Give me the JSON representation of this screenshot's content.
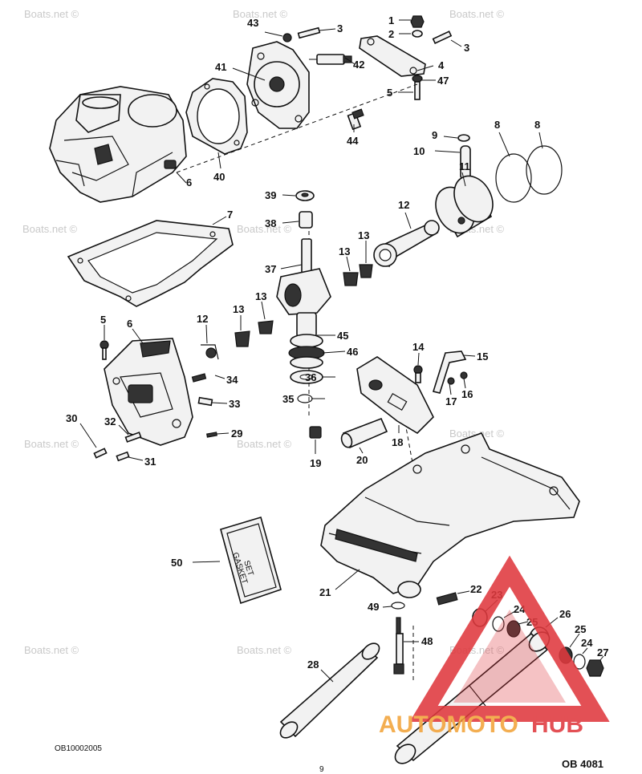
{
  "diagram": {
    "watermark": "Boats.net ©",
    "doc_code": "OB10002005",
    "ref_code": "OB 4081",
    "page_number": "9",
    "gasket_label_line1": "GASKET",
    "gasket_label_line2": "SET",
    "logo_text_part1": "AUTOMOTO",
    "logo_text_part2": "HUB",
    "labels": [
      {
        "id": "p1",
        "text": "1"
      },
      {
        "id": "p2",
        "text": "2"
      },
      {
        "id": "p3a",
        "text": "3"
      },
      {
        "id": "p3b",
        "text": "3"
      },
      {
        "id": "p4",
        "text": "4"
      },
      {
        "id": "p5a",
        "text": "5"
      },
      {
        "id": "p47",
        "text": "47"
      },
      {
        "id": "p43",
        "text": "43"
      },
      {
        "id": "p41",
        "text": "41"
      },
      {
        "id": "p42",
        "text": "42"
      },
      {
        "id": "p44",
        "text": "44"
      },
      {
        "id": "p40",
        "text": "40"
      },
      {
        "id": "p6a",
        "text": "6"
      },
      {
        "id": "p9",
        "text": "9"
      },
      {
        "id": "p10",
        "text": "10"
      },
      {
        "id": "p8a",
        "text": "8"
      },
      {
        "id": "p8b",
        "text": "8"
      },
      {
        "id": "p11",
        "text": "11"
      },
      {
        "id": "p12a",
        "text": "12"
      },
      {
        "id": "p39",
        "text": "39"
      },
      {
        "id": "p38",
        "text": "38"
      },
      {
        "id": "p7",
        "text": "7"
      },
      {
        "id": "p37",
        "text": "37"
      },
      {
        "id": "p13a",
        "text": "13"
      },
      {
        "id": "p13b",
        "text": "13"
      },
      {
        "id": "p13c",
        "text": "13"
      },
      {
        "id": "p13d",
        "text": "13"
      },
      {
        "id": "p5b",
        "text": "5"
      },
      {
        "id": "p6b",
        "text": "6"
      },
      {
        "id": "p12b",
        "text": "12"
      },
      {
        "id": "p45",
        "text": "45"
      },
      {
        "id": "p46",
        "text": "46"
      },
      {
        "id": "p14",
        "text": "14"
      },
      {
        "id": "p15",
        "text": "15"
      },
      {
        "id": "p34",
        "text": "34"
      },
      {
        "id": "p36",
        "text": "36"
      },
      {
        "id": "p17",
        "text": "17"
      },
      {
        "id": "p16",
        "text": "16"
      },
      {
        "id": "p33",
        "text": "33"
      },
      {
        "id": "p35",
        "text": "35"
      },
      {
        "id": "p30",
        "text": "30"
      },
      {
        "id": "p32",
        "text": "32"
      },
      {
        "id": "p29",
        "text": "29"
      },
      {
        "id": "p18",
        "text": "18"
      },
      {
        "id": "p31",
        "text": "31"
      },
      {
        "id": "p19",
        "text": "19"
      },
      {
        "id": "p20",
        "text": "20"
      },
      {
        "id": "p50",
        "text": "50"
      },
      {
        "id": "p21",
        "text": "21"
      },
      {
        "id": "p22",
        "text": "22"
      },
      {
        "id": "p23",
        "text": "23"
      },
      {
        "id": "p24a",
        "text": "24"
      },
      {
        "id": "p25a",
        "text": "25"
      },
      {
        "id": "p26",
        "text": "26"
      },
      {
        "id": "p49",
        "text": "49"
      },
      {
        "id": "p48",
        "text": "48"
      },
      {
        "id": "p25b",
        "text": "25"
      },
      {
        "id": "p24b",
        "text": "24"
      },
      {
        "id": "p27",
        "text": "27"
      },
      {
        "id": "p28",
        "text": "28"
      }
    ],
    "colors": {
      "ink": "#111111",
      "logo_red": "#e0393e",
      "logo_orange": "#f2a33a",
      "watermark": "#c9c9c9"
    }
  }
}
